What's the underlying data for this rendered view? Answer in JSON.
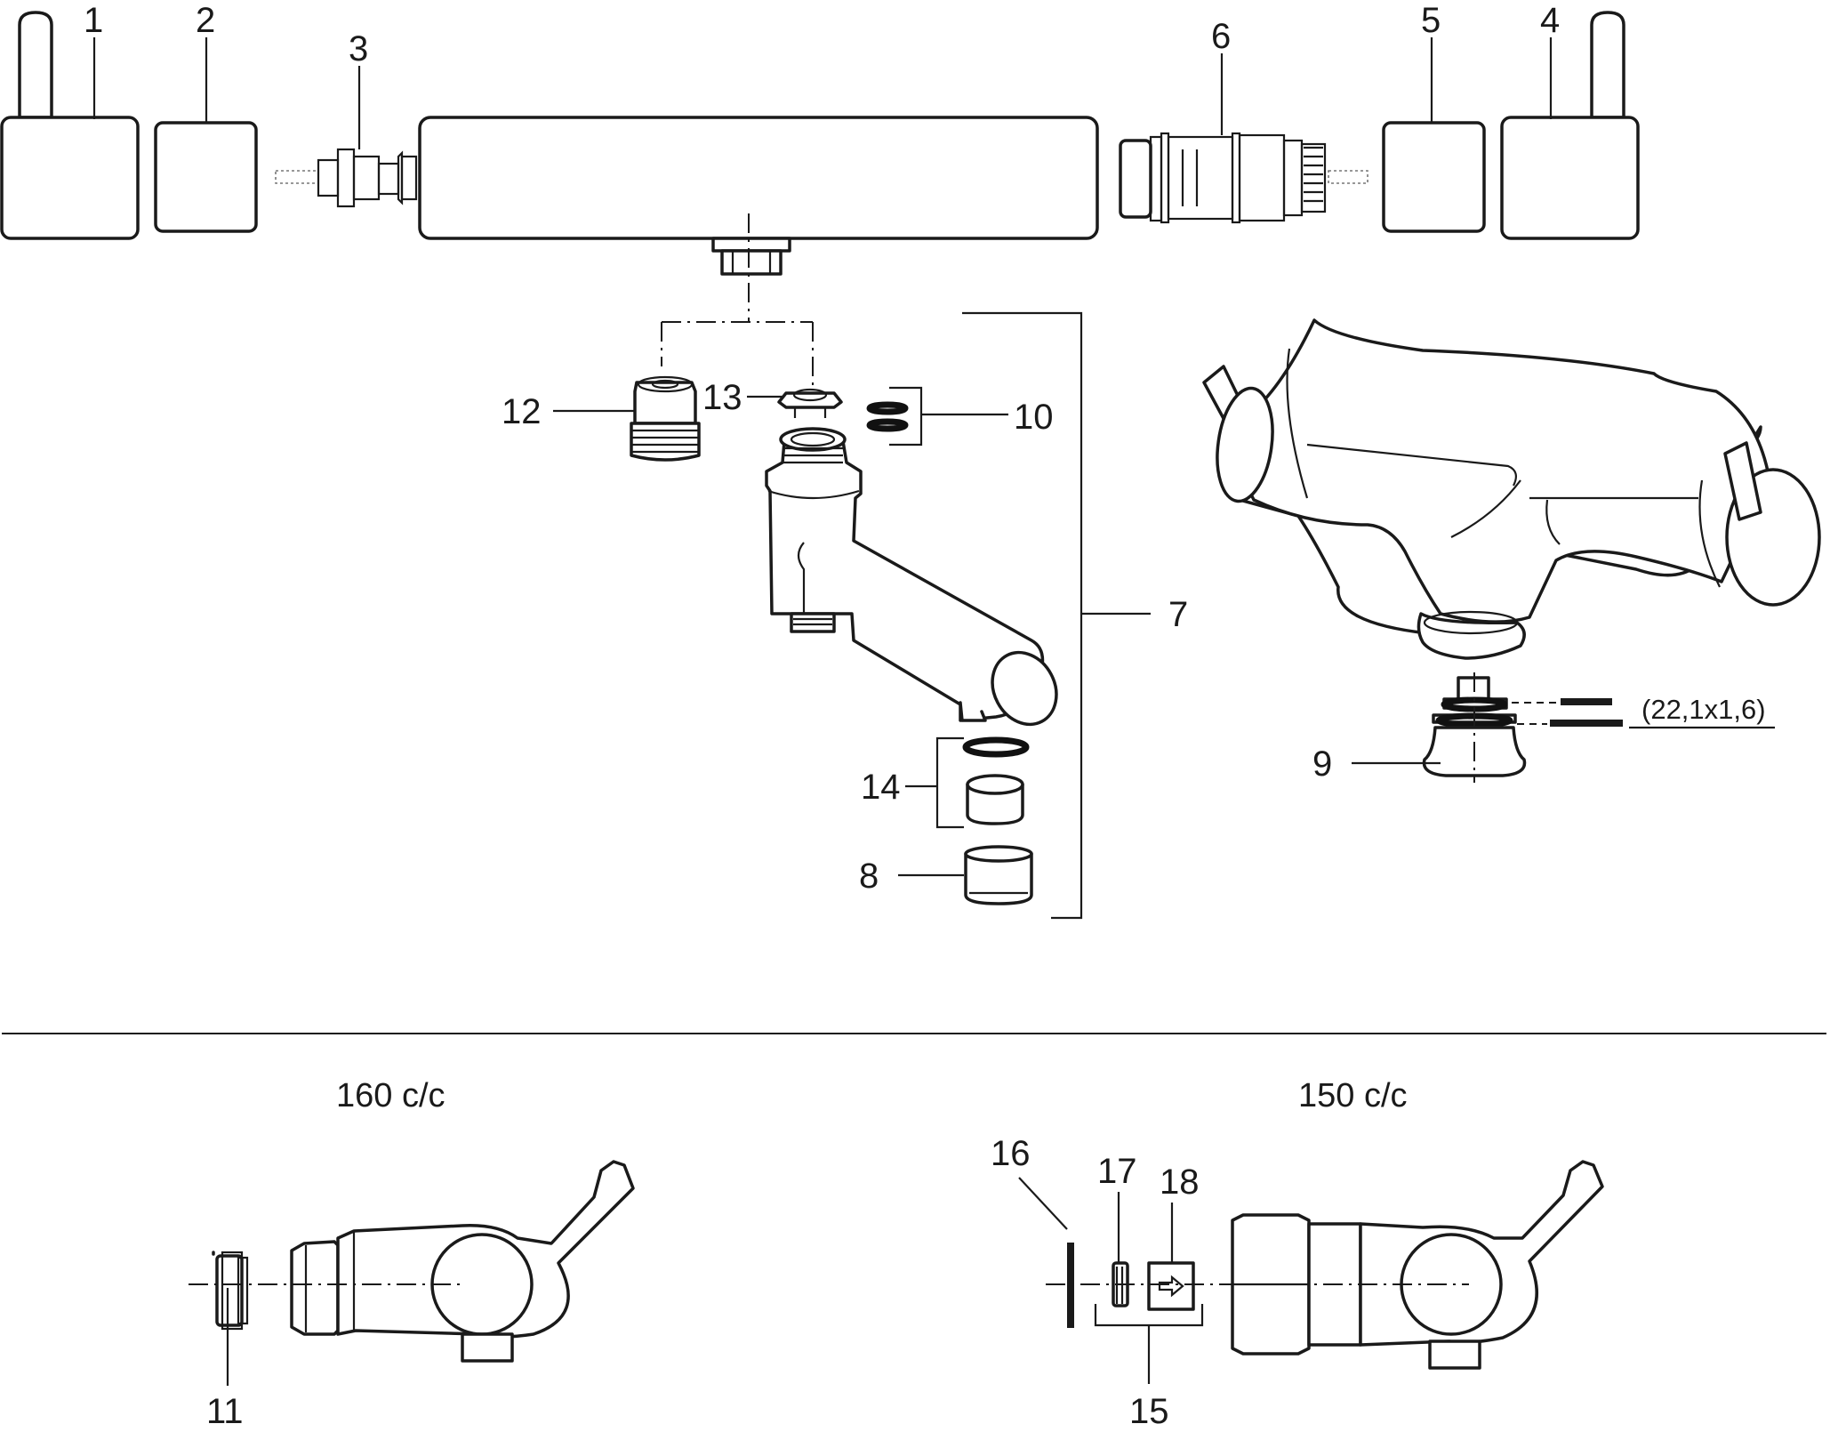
{
  "callouts": {
    "c1": "1",
    "c2": "2",
    "c3": "3",
    "c4": "4",
    "c5": "5",
    "c6": "6",
    "c7": "7",
    "c8": "8",
    "c9": "9",
    "c10": "10",
    "c11": "11",
    "c12": "12",
    "c13": "13",
    "c14": "14",
    "c15": "15",
    "c16": "16",
    "c17": "17",
    "c18": "18"
  },
  "spec_label": "(22,1x1,6)",
  "captions": {
    "left": "160 c/c",
    "right": "150 c/c"
  }
}
